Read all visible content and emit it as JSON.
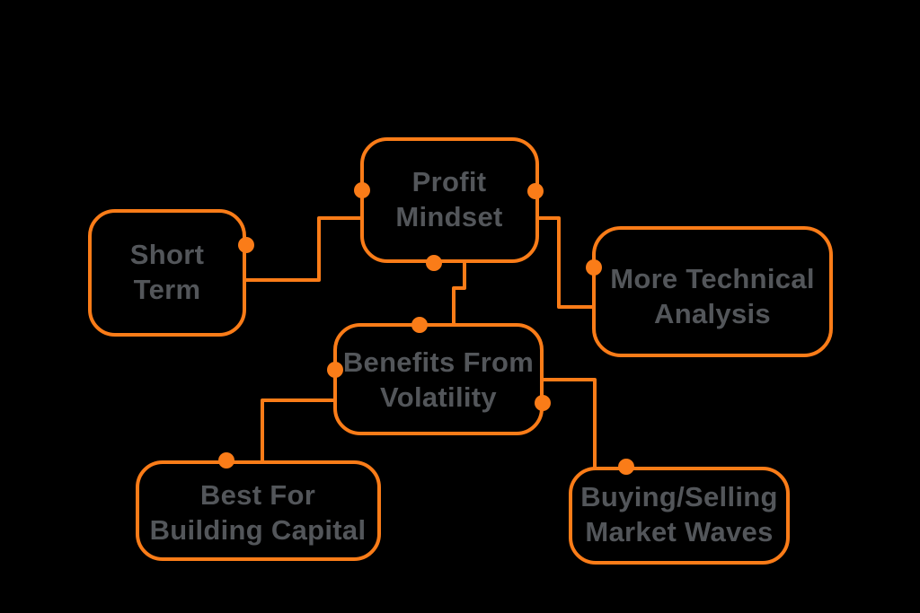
{
  "diagram": {
    "background_color": "#000000",
    "accent_color": "#FA7C18",
    "label_color": "#53565A",
    "nodes": [
      {
        "id": "profit-mindset",
        "label": "Profit\nMindset"
      },
      {
        "id": "short-term",
        "label": "Short\nTerm"
      },
      {
        "id": "more-technical-analysis",
        "label": "More Technical\nAnalysis"
      },
      {
        "id": "benefits-from-volatility",
        "label": "Benefits From\nVolatility"
      },
      {
        "id": "best-for-building-capital",
        "label": "Best For\nBuilding Capital"
      },
      {
        "id": "buying-selling-market-waves",
        "label": "Buying/Selling\nMarket Waves"
      }
    ],
    "edges": [
      {
        "from": "short-term",
        "to": "profit-mindset"
      },
      {
        "from": "profit-mindset",
        "to": "more-technical-analysis"
      },
      {
        "from": "profit-mindset",
        "to": "benefits-from-volatility"
      },
      {
        "from": "benefits-from-volatility",
        "to": "best-for-building-capital"
      },
      {
        "from": "benefits-from-volatility",
        "to": "buying-selling-market-waves"
      }
    ]
  }
}
